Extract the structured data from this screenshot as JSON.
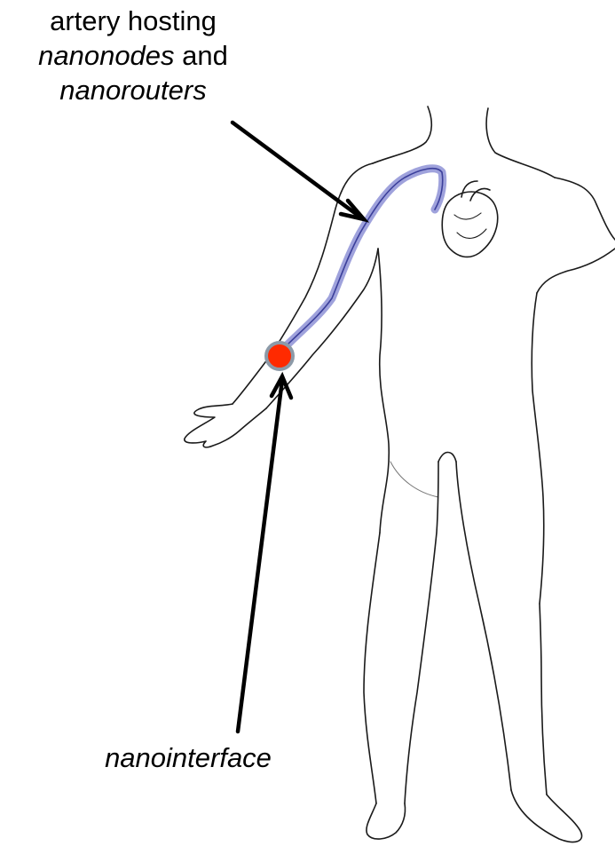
{
  "artery_label": {
    "line1": "artery hosting",
    "line2_italic": "nanonodes",
    "line2_rest": " and",
    "line3_italic": "nanorouters"
  },
  "interface_label": "nanointerface",
  "colors": {
    "artery": "#6f73c4",
    "artery_edge": "#3b3f9a",
    "interface_dot": "#ff2a00",
    "interface_ring": "#8c9aa8",
    "outline": "#1a1a1a",
    "arrow": "#000000"
  }
}
